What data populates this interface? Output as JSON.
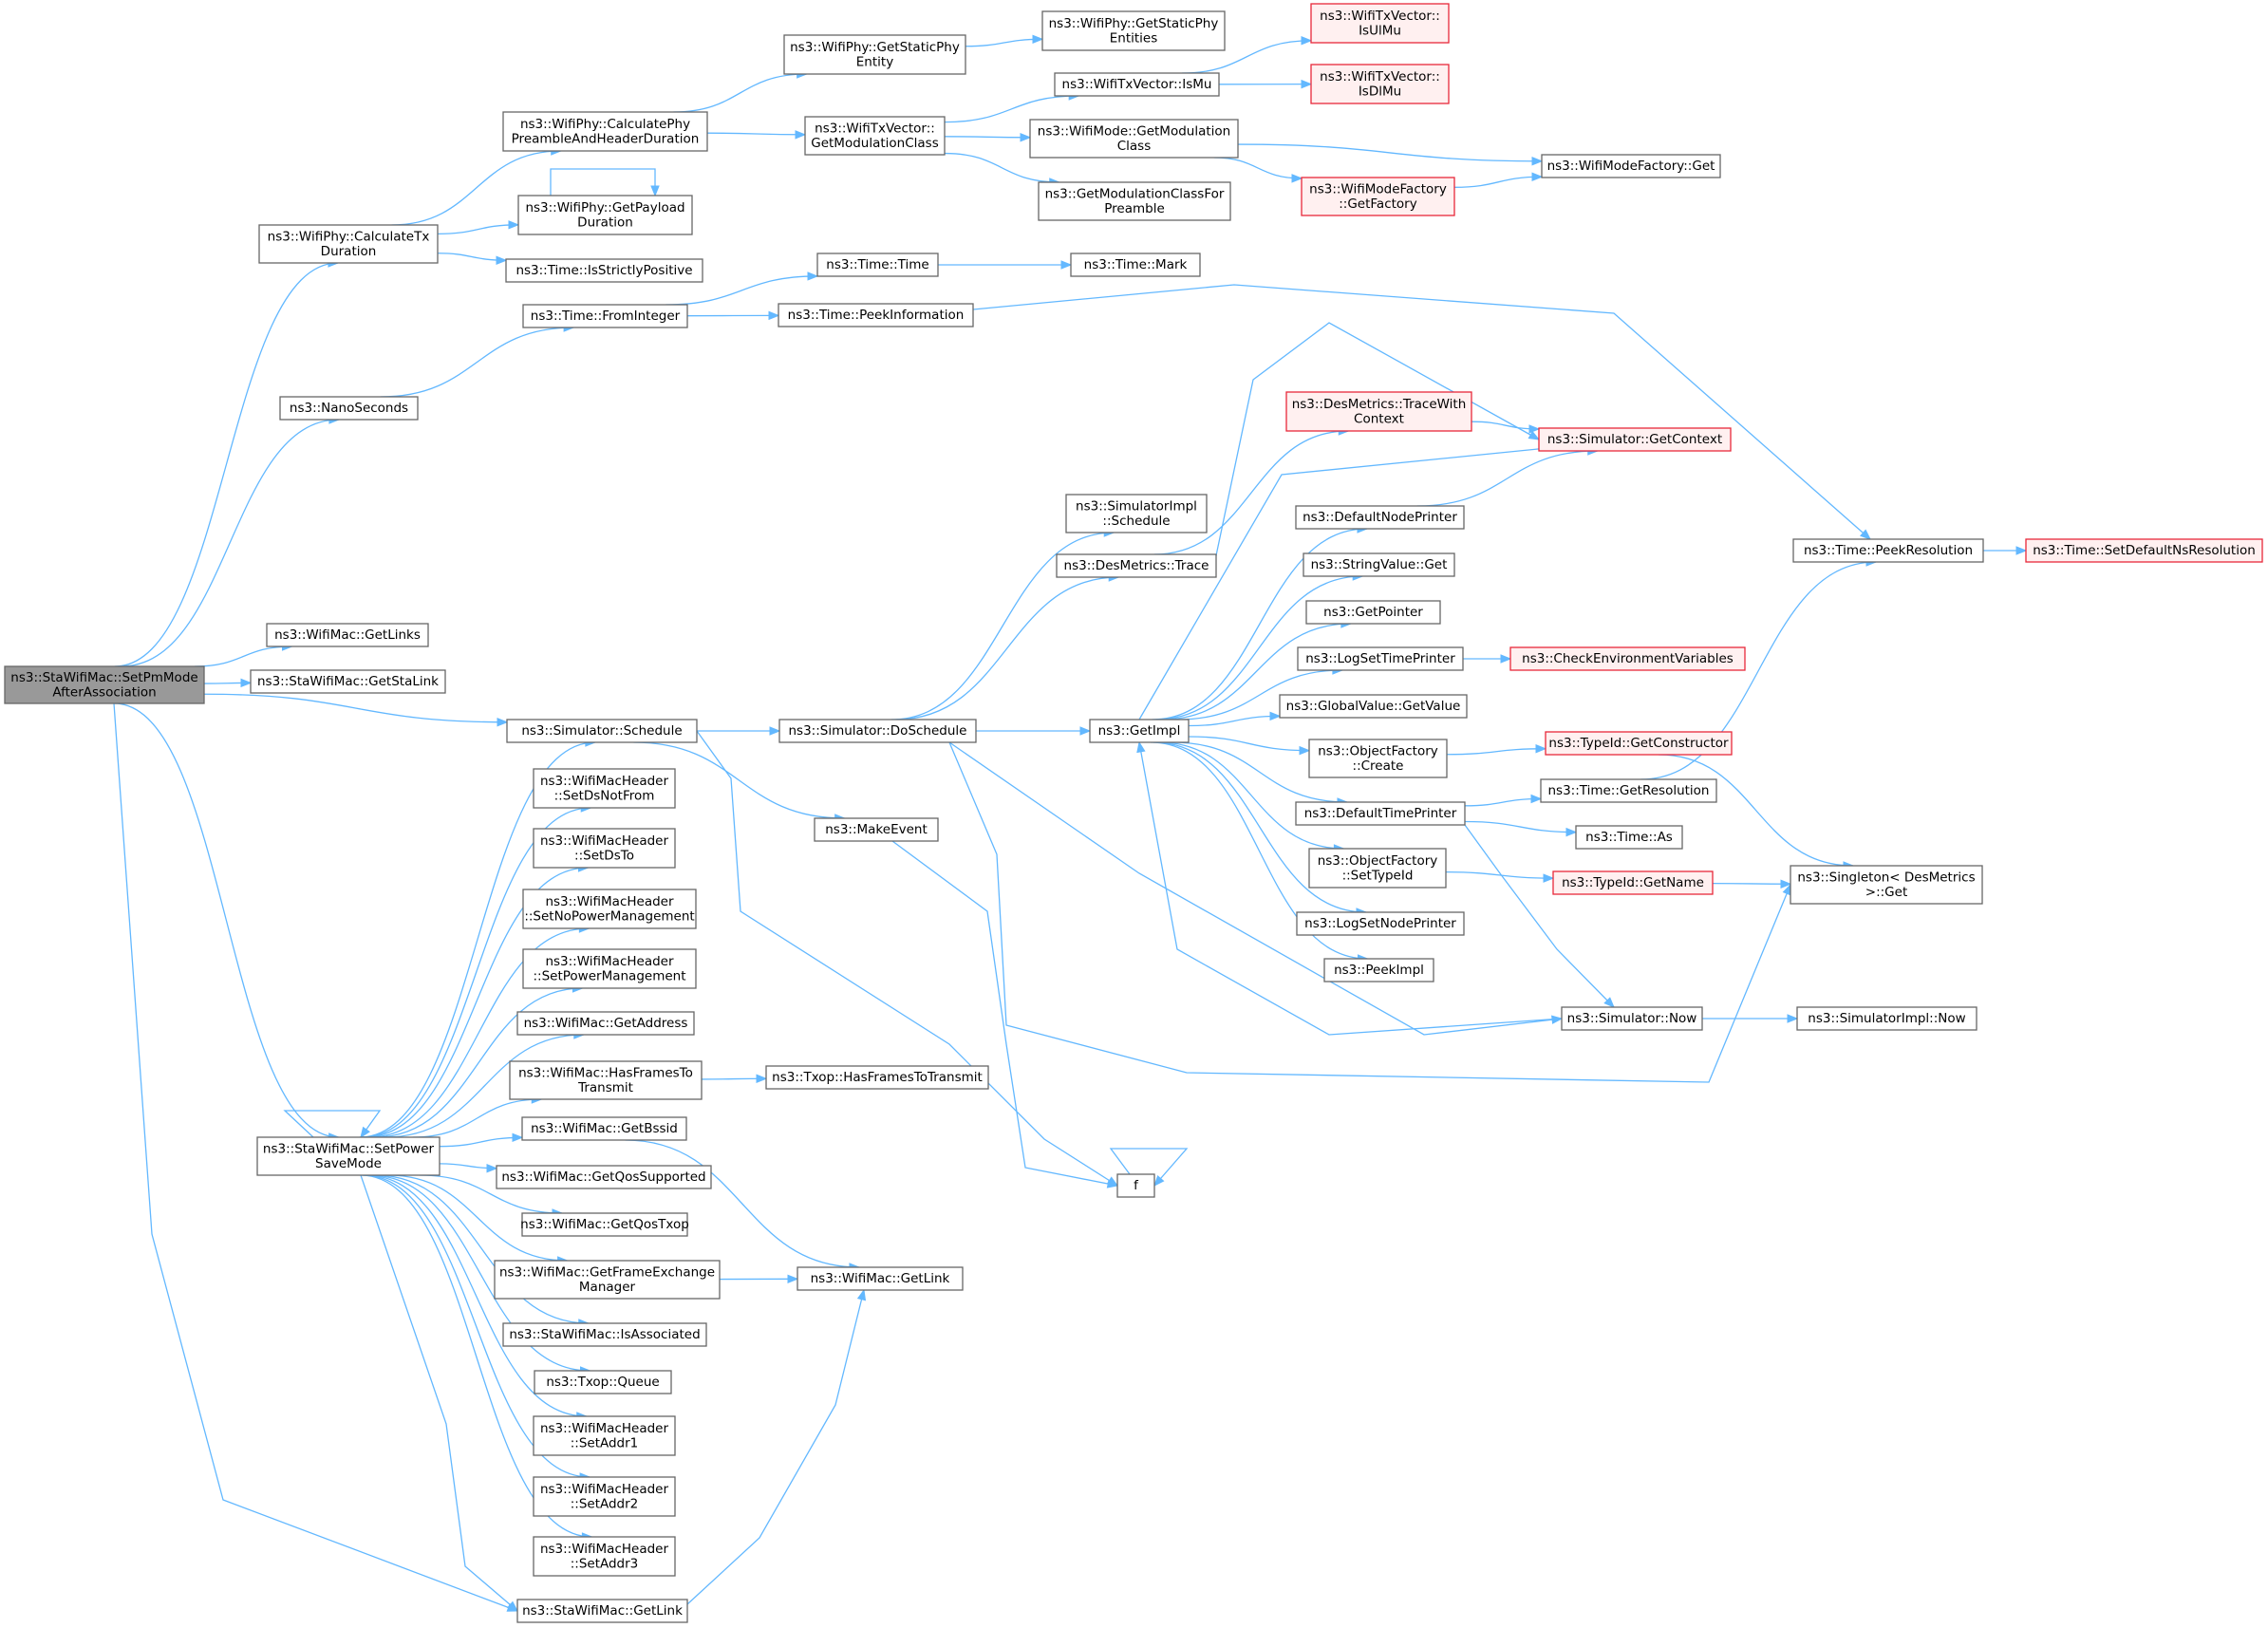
{
  "diagram": {
    "colors": {
      "edge": "#63b8ff",
      "node_border": "#666666",
      "node_fill": "#ffffff",
      "root_fill": "#999999",
      "undocumented_border": "#e8283a",
      "undocumented_fill": "#fff0f0"
    },
    "nodes": [
      {
        "id": "root",
        "lines": [
          "ns3::StaWifiMac::SetPmMode",
          "AfterAssociation"
        ],
        "style": "root"
      },
      {
        "id": "calcTx",
        "lines": [
          "ns3::WifiPhy::CalculateTx",
          "Duration"
        ]
      },
      {
        "id": "nano",
        "lines": [
          "ns3::NanoSeconds"
        ]
      },
      {
        "id": "getLinks",
        "lines": [
          "ns3::WifiMac::GetLinks"
        ]
      },
      {
        "id": "getStaLink",
        "lines": [
          "ns3::StaWifiMac::GetStaLink"
        ]
      },
      {
        "id": "schedule",
        "lines": [
          "ns3::Simulator::Schedule"
        ]
      },
      {
        "id": "setPower",
        "lines": [
          "ns3::StaWifiMac::SetPower",
          "SaveMode"
        ]
      },
      {
        "id": "staGetLink",
        "lines": [
          "ns3::StaWifiMac::GetLink"
        ]
      },
      {
        "id": "calcPhy",
        "lines": [
          "ns3::WifiPhy::CalculatePhy",
          "PreambleAndHeaderDuration"
        ]
      },
      {
        "id": "getPayload",
        "lines": [
          "ns3::WifiPhy::GetPayload",
          "Duration"
        ]
      },
      {
        "id": "strictPos",
        "lines": [
          "ns3::Time::IsStrictlyPositive"
        ]
      },
      {
        "id": "fromInt",
        "lines": [
          "ns3::Time::FromInteger"
        ]
      },
      {
        "id": "staticPhy",
        "lines": [
          "ns3::WifiPhy::GetStaticPhy",
          "Entity"
        ]
      },
      {
        "id": "staticPhyEnt",
        "lines": [
          "ns3::WifiPhy::GetStaticPhy",
          "Entities"
        ]
      },
      {
        "id": "modClass",
        "lines": [
          "ns3::WifiTxVector::",
          "GetModulationClass"
        ]
      },
      {
        "id": "isMu",
        "lines": [
          "ns3::WifiTxVector::IsMu"
        ]
      },
      {
        "id": "isUlMu",
        "lines": [
          "ns3::WifiTxVector::",
          "IsUlMu"
        ],
        "style": "red"
      },
      {
        "id": "isDlMu",
        "lines": [
          "ns3::WifiTxVector::",
          "IsDlMu"
        ],
        "style": "red"
      },
      {
        "id": "modeGetMod",
        "lines": [
          "ns3::WifiMode::GetModulation",
          "Class"
        ]
      },
      {
        "id": "modClassPre",
        "lines": [
          "ns3::GetModulationClassFor",
          "Preamble"
        ]
      },
      {
        "id": "modeFactGet",
        "lines": [
          "ns3::WifiModeFactory::Get"
        ]
      },
      {
        "id": "getFactory",
        "lines": [
          "ns3::WifiModeFactory",
          "::GetFactory"
        ],
        "style": "red"
      },
      {
        "id": "timeTime",
        "lines": [
          "ns3::Time::Time"
        ]
      },
      {
        "id": "timeMark",
        "lines": [
          "ns3::Time::Mark"
        ]
      },
      {
        "id": "peekInfo",
        "lines": [
          "ns3::Time::PeekInformation"
        ]
      },
      {
        "id": "peekRes",
        "lines": [
          "ns3::Time::PeekResolution"
        ]
      },
      {
        "id": "setDefNs",
        "lines": [
          "ns3::Time::SetDefaultNsResolution"
        ],
        "style": "red"
      },
      {
        "id": "doSchedule",
        "lines": [
          "ns3::Simulator::DoSchedule"
        ]
      },
      {
        "id": "makeEvent",
        "lines": [
          "ns3::MakeEvent"
        ]
      },
      {
        "id": "fnode",
        "lines": [
          "f"
        ]
      },
      {
        "id": "simImplSched",
        "lines": [
          "ns3::SimulatorImpl",
          "::Schedule"
        ]
      },
      {
        "id": "desTrace",
        "lines": [
          "ns3::DesMetrics::Trace"
        ]
      },
      {
        "id": "traceCtx",
        "lines": [
          "ns3::DesMetrics::TraceWith",
          "Context"
        ],
        "style": "red"
      },
      {
        "id": "getContext",
        "lines": [
          "ns3::Simulator::GetContext"
        ],
        "style": "red"
      },
      {
        "id": "getImpl",
        "lines": [
          "ns3::GetImpl"
        ]
      },
      {
        "id": "defNodePr",
        "lines": [
          "ns3::DefaultNodePrinter"
        ]
      },
      {
        "id": "strValGet",
        "lines": [
          "ns3::StringValue::Get"
        ]
      },
      {
        "id": "getPointer",
        "lines": [
          "ns3::GetPointer"
        ]
      },
      {
        "id": "logSetTime",
        "lines": [
          "ns3::LogSetTimePrinter"
        ]
      },
      {
        "id": "checkEnv",
        "lines": [
          "ns3::CheckEnvironmentVariables"
        ],
        "style": "red"
      },
      {
        "id": "globVal",
        "lines": [
          "ns3::GlobalValue::GetValue"
        ]
      },
      {
        "id": "objCreate",
        "lines": [
          "ns3::ObjectFactory",
          "::Create"
        ]
      },
      {
        "id": "getCtor",
        "lines": [
          "ns3::TypeId::GetConstructor"
        ],
        "style": "red"
      },
      {
        "id": "defTimePr",
        "lines": [
          "ns3::DefaultTimePrinter"
        ]
      },
      {
        "id": "getRes",
        "lines": [
          "ns3::Time::GetResolution"
        ]
      },
      {
        "id": "timeAs",
        "lines": [
          "ns3::Time::As"
        ]
      },
      {
        "id": "objSetType",
        "lines": [
          "ns3::ObjectFactory",
          "::SetTypeId"
        ]
      },
      {
        "id": "getName",
        "lines": [
          "ns3::TypeId::GetName"
        ],
        "style": "red"
      },
      {
        "id": "singleton",
        "lines": [
          "ns3::Singleton< DesMetrics",
          ">::Get"
        ]
      },
      {
        "id": "logSetNode",
        "lines": [
          "ns3::LogSetNodePrinter"
        ]
      },
      {
        "id": "peekImpl",
        "lines": [
          "ns3::PeekImpl"
        ]
      },
      {
        "id": "simNow",
        "lines": [
          "ns3::Simulator::Now"
        ]
      },
      {
        "id": "simImplNow",
        "lines": [
          "ns3::SimulatorImpl::Now"
        ]
      },
      {
        "id": "setDsNotFrom",
        "lines": [
          "ns3::WifiMacHeader",
          "::SetDsNotFrom"
        ]
      },
      {
        "id": "setDsTo",
        "lines": [
          "ns3::WifiMacHeader",
          "::SetDsTo"
        ]
      },
      {
        "id": "setNoPM",
        "lines": [
          "ns3::WifiMacHeader",
          "::SetNoPowerManagement"
        ]
      },
      {
        "id": "setPM",
        "lines": [
          "ns3::WifiMacHeader",
          "::SetPowerManagement"
        ]
      },
      {
        "id": "getAddress",
        "lines": [
          "ns3::WifiMac::GetAddress"
        ]
      },
      {
        "id": "hasFrames",
        "lines": [
          "ns3::WifiMac::HasFramesTo",
          "Transmit"
        ]
      },
      {
        "id": "txopHas",
        "lines": [
          "ns3::Txop::HasFramesToTransmit"
        ]
      },
      {
        "id": "getBssid",
        "lines": [
          "ns3::WifiMac::GetBssid"
        ]
      },
      {
        "id": "getQosSup",
        "lines": [
          "ns3::WifiMac::GetQosSupported"
        ]
      },
      {
        "id": "getQosTxop",
        "lines": [
          "ns3::WifiMac::GetQosTxop"
        ]
      },
      {
        "id": "getFEM",
        "lines": [
          "ns3::WifiMac::GetFrameExchange",
          "Manager"
        ]
      },
      {
        "id": "macGetLink",
        "lines": [
          "ns3::WifiMac::GetLink"
        ]
      },
      {
        "id": "isAssoc",
        "lines": [
          "ns3::StaWifiMac::IsAssociated"
        ]
      },
      {
        "id": "txopQueue",
        "lines": [
          "ns3::Txop::Queue"
        ]
      },
      {
        "id": "setAddr1",
        "lines": [
          "ns3::WifiMacHeader",
          "::SetAddr1"
        ]
      },
      {
        "id": "setAddr2",
        "lines": [
          "ns3::WifiMacHeader",
          "::SetAddr2"
        ]
      },
      {
        "id": "setAddr3",
        "lines": [
          "ns3::WifiMacHeader",
          "::SetAddr3"
        ]
      }
    ]
  }
}
